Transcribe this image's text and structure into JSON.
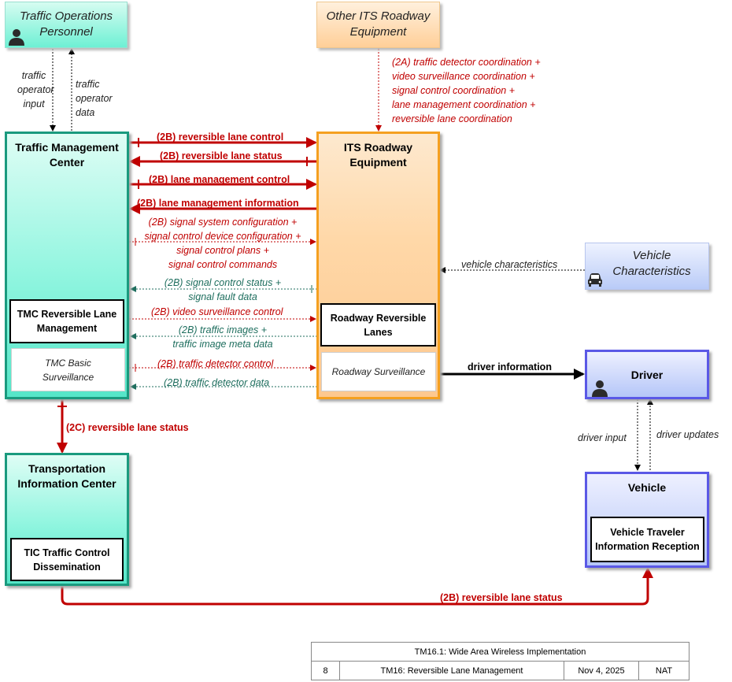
{
  "nodes": {
    "traffic_ops": "Traffic Operations Personnel",
    "other_its": "Other ITS Roadway Equipment",
    "tmc": "Traffic Management Center",
    "its_roadway": "ITS Roadway Equipment",
    "vehicle_char": "Vehicle Characteristics",
    "driver": "Driver",
    "tic": "Transportation Information Center",
    "vehicle": "Vehicle"
  },
  "subsystems": {
    "tmc_rev": "TMC Reversible Lane Management",
    "tmc_surv": "TMC Basic Surveillance",
    "road_rev": "Roadway Reversible Lanes",
    "road_surv": "Roadway Surveillance",
    "tic_tc": "TIC Traffic Control Dissemination",
    "veh_tir": "Vehicle Traveler Information Reception"
  },
  "flows": {
    "op_input": [
      "traffic",
      "operator",
      "input"
    ],
    "op_data": [
      "traffic",
      "operator",
      "data"
    ],
    "other": [
      "(2A) traffic detector coordination +",
      "video surveillance coordination +",
      "signal control coordination +",
      "lane management coordination +",
      "reversible lane coordination"
    ],
    "rev_ctrl": "(2B) reversible lane control",
    "rev_status": "(2B) reversible lane status",
    "lane_ctrl": "(2B) lane management control",
    "lane_info": "(2B) lane management information",
    "signal_cfg": [
      "(2B) signal system configuration +",
      "signal control device configuration +",
      "signal control plans +",
      "signal control commands"
    ],
    "sig_status": [
      "(2B) signal control status +",
      "signal fault data"
    ],
    "video_ctrl": "(2B) video surveillance control",
    "images": [
      "(2B) traffic images +",
      "traffic image meta data"
    ],
    "det_ctrl": "(2B) traffic detector control",
    "det_data": "(2B) traffic detector data",
    "veh_char": "vehicle characteristics",
    "driver_info": "driver information",
    "tic_status": "(2C) reversible lane status",
    "driver_input": "driver input",
    "driver_updates": "driver updates",
    "bottom_status": "(2B) reversible lane status"
  },
  "footer": {
    "title": "TM16.1: Wide Area Wireless Implementation",
    "page": "8",
    "name": "TM16: Reversible Lane Management",
    "date": "Nov 4, 2025",
    "org": "NAT"
  },
  "colors": {
    "flow_red": "#c00000",
    "flow_green": "#1e6e5e",
    "teal_border": "#1a9a7e",
    "orange_border": "#f5a020",
    "blue_border": "#5a58e6"
  },
  "icons": [
    "person-icon",
    "car-icon"
  ]
}
